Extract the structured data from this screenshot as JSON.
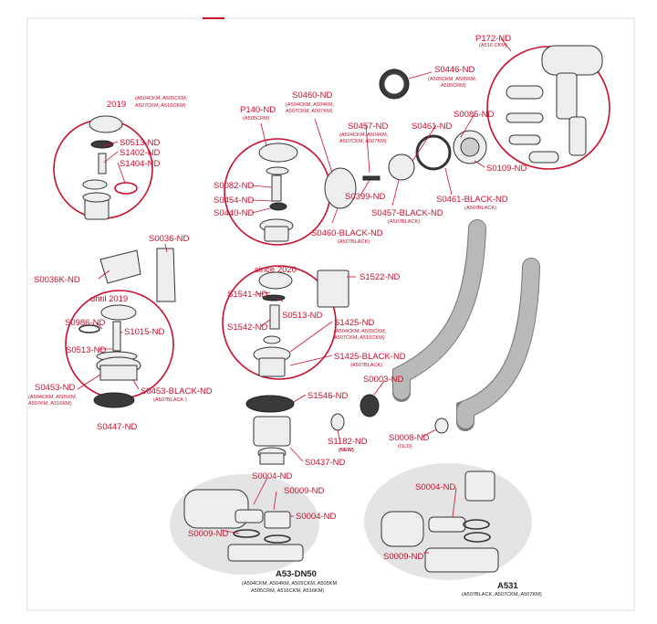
{
  "colors": {
    "label": "#c8102e",
    "black_label": "#222222",
    "ellipse_fill": "#e4e4e4",
    "frame": "#dddddd"
  },
  "labels": {
    "p172": {
      "code": "P172-ND",
      "sub": "(A516 CKM)"
    },
    "s0446": {
      "code": "S0446-ND",
      "sub1": "(A505CKM, A505KM,",
      "sub2": "A505CRM)"
    },
    "s0460": {
      "code": "S0460-ND",
      "sub1": "(A504CKM, A504KM,",
      "sub2": "A507CKM, A507KM)"
    },
    "s0461": {
      "code": "S0461-ND"
    },
    "s0085": {
      "code": "S0085-ND"
    },
    "s0457": {
      "code": "S0457-ND",
      "sub1": "(A504CKM, A504KM,",
      "sub2": "A507CKM, A507KM)"
    },
    "s0109": {
      "code": "S0109-ND"
    },
    "y2019": {
      "text": "2019",
      "sub1": "(A504CKM, A505CKM,",
      "sub2": "A507CKM, A516CKM)"
    },
    "p140": {
      "code": "P140-ND",
      "sub": "(A505CRM)"
    },
    "s0513a": {
      "code": "S0513-ND"
    },
    "s1402": {
      "code": "S1402-ND"
    },
    "s1404": {
      "code": "S1404-ND"
    },
    "s0082": {
      "code": "S0082-ND"
    },
    "s0454": {
      "code": "S0454-ND"
    },
    "s0440": {
      "code": "S0440-ND"
    },
    "s0399": {
      "code": "S0399-ND"
    },
    "s0457b": {
      "code": "S0457-BLACK-ND",
      "sub": "(A507BLACK)"
    },
    "s0461b": {
      "code": "S0461-BLACK-ND",
      "sub": "(A507BLACK)"
    },
    "s0460b": {
      "code": "S0460-BLACK-ND",
      "sub": "(A507BLACK)"
    },
    "s0036": {
      "code": "S0036-ND"
    },
    "s0036k": {
      "code": "S0036K-ND"
    },
    "since2020": {
      "text": "since 2020"
    },
    "s1522": {
      "code": "S1522-ND"
    },
    "until2019": {
      "text": "until 2019"
    },
    "s1541": {
      "code": "S1541-ND"
    },
    "s0513b": {
      "code": "S0513-ND"
    },
    "s1542": {
      "code": "S1542-ND"
    },
    "s1425": {
      "code": "S1425-ND",
      "sub1": "(A504CKM, A505CKM,",
      "sub2": "A507CKM, A516CKM)"
    },
    "s1425b": {
      "code": "S1425-BLACK-ND",
      "sub": "(A507BLACK)"
    },
    "s0986": {
      "code": "S0986-ND"
    },
    "s1015": {
      "code": "S1015-ND"
    },
    "s0513c": {
      "code": "S0513-ND"
    },
    "s0453": {
      "code": "S0453-ND",
      "sub1": "(A504CKM, A505KM,",
      "sub2": "A507KM, A516KM)"
    },
    "s0453b": {
      "code": "S0453-BLACK-ND",
      "sub": "(A507BLACK )"
    },
    "s0447": {
      "code": "S0447-ND"
    },
    "s1546": {
      "code": "S1546-ND"
    },
    "s0003": {
      "code": "S0003-ND"
    },
    "s1182": {
      "code": "S1182-ND",
      "note": "(NEW)"
    },
    "s0008": {
      "code": "S0008-ND",
      "note": "(OLD)"
    },
    "s0437": {
      "code": "S0437-ND"
    },
    "s0004a": {
      "code": "S0004-ND"
    },
    "s0009a": {
      "code": "S0009-ND"
    },
    "s0004b": {
      "code": "S0004-ND"
    },
    "s0009b": {
      "code": "S0009-ND"
    },
    "s0004c": {
      "code": "S0004-ND"
    },
    "s0009c": {
      "code": "S0009-ND"
    },
    "a53": {
      "name": "A53-DN50",
      "sub1": "(A504CKM, A504KM, A505CKM, A505KM",
      "sub2": "A505CRM, A516CKM, A516KM)"
    },
    "a531": {
      "name": "A531",
      "sub": "(A507BLACK, A507CKM, A507KM)"
    }
  }
}
